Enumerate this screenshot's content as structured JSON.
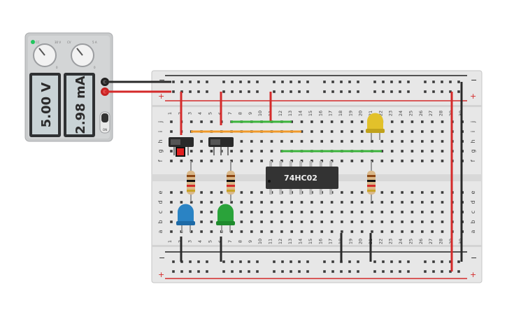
{
  "power_supply": {
    "voltage_display": "5.00 V",
    "current_display": "2.98 mA",
    "on_label": "ON",
    "knob_left_marks": [
      "0",
      "30 V"
    ],
    "knob_right_marks": [
      "0",
      "5 A"
    ],
    "knob_left_caption": "CC",
    "knob_right_caption": "CV",
    "led_color": "#22c55e"
  },
  "chip": {
    "label": "74HC02"
  },
  "breadboard": {
    "column_numbers": [
      "1",
      "2",
      "3",
      "4",
      "5",
      "6",
      "7",
      "8",
      "9",
      "10",
      "11",
      "12",
      "13",
      "14",
      "15",
      "16",
      "17",
      "18",
      "19",
      "20",
      "21",
      "22",
      "23",
      "24",
      "25",
      "26",
      "27",
      "28",
      "29",
      "30"
    ],
    "row_letters_top": [
      "j",
      "i",
      "h",
      "g",
      "f"
    ],
    "row_letters_bottom": [
      "e",
      "d",
      "c",
      "b",
      "a"
    ],
    "rail_minus": "−",
    "rail_plus": "+"
  },
  "components": {
    "led_colors": [
      "#2a83c4",
      "#2aa33a",
      "#e2c12a"
    ],
    "wire_colors": {
      "red": "#d42a2a",
      "black": "#2a2a2a",
      "orange": "#f09a2a",
      "green": "#3cb43c"
    }
  }
}
